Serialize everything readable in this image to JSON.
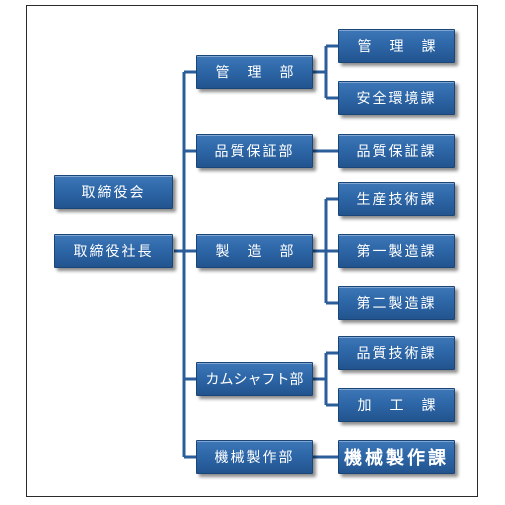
{
  "boxes": {
    "board": "取締役会",
    "president": "取締役社長",
    "dept_admin": "管理部",
    "dept_qa": "品質保証部",
    "dept_mfg": "製造部",
    "dept_camshaft": "カムシャフト部",
    "dept_machine": "機械製作部",
    "sec_admin": "管理課",
    "sec_safety": "安全環境課",
    "sec_qa": "品質保証課",
    "sec_prodtech": "生産技術課",
    "sec_mfg1": "第一製造課",
    "sec_mfg2": "第二製造課",
    "sec_qualtech": "品質技術課",
    "sec_processing": "加工課",
    "sec_machine": "機械製作課"
  },
  "colors": {
    "box_fill": "#2e67a8",
    "box_border": "#1a4577",
    "connector": "#2a5d9a",
    "frame": "#2b2b2b"
  }
}
